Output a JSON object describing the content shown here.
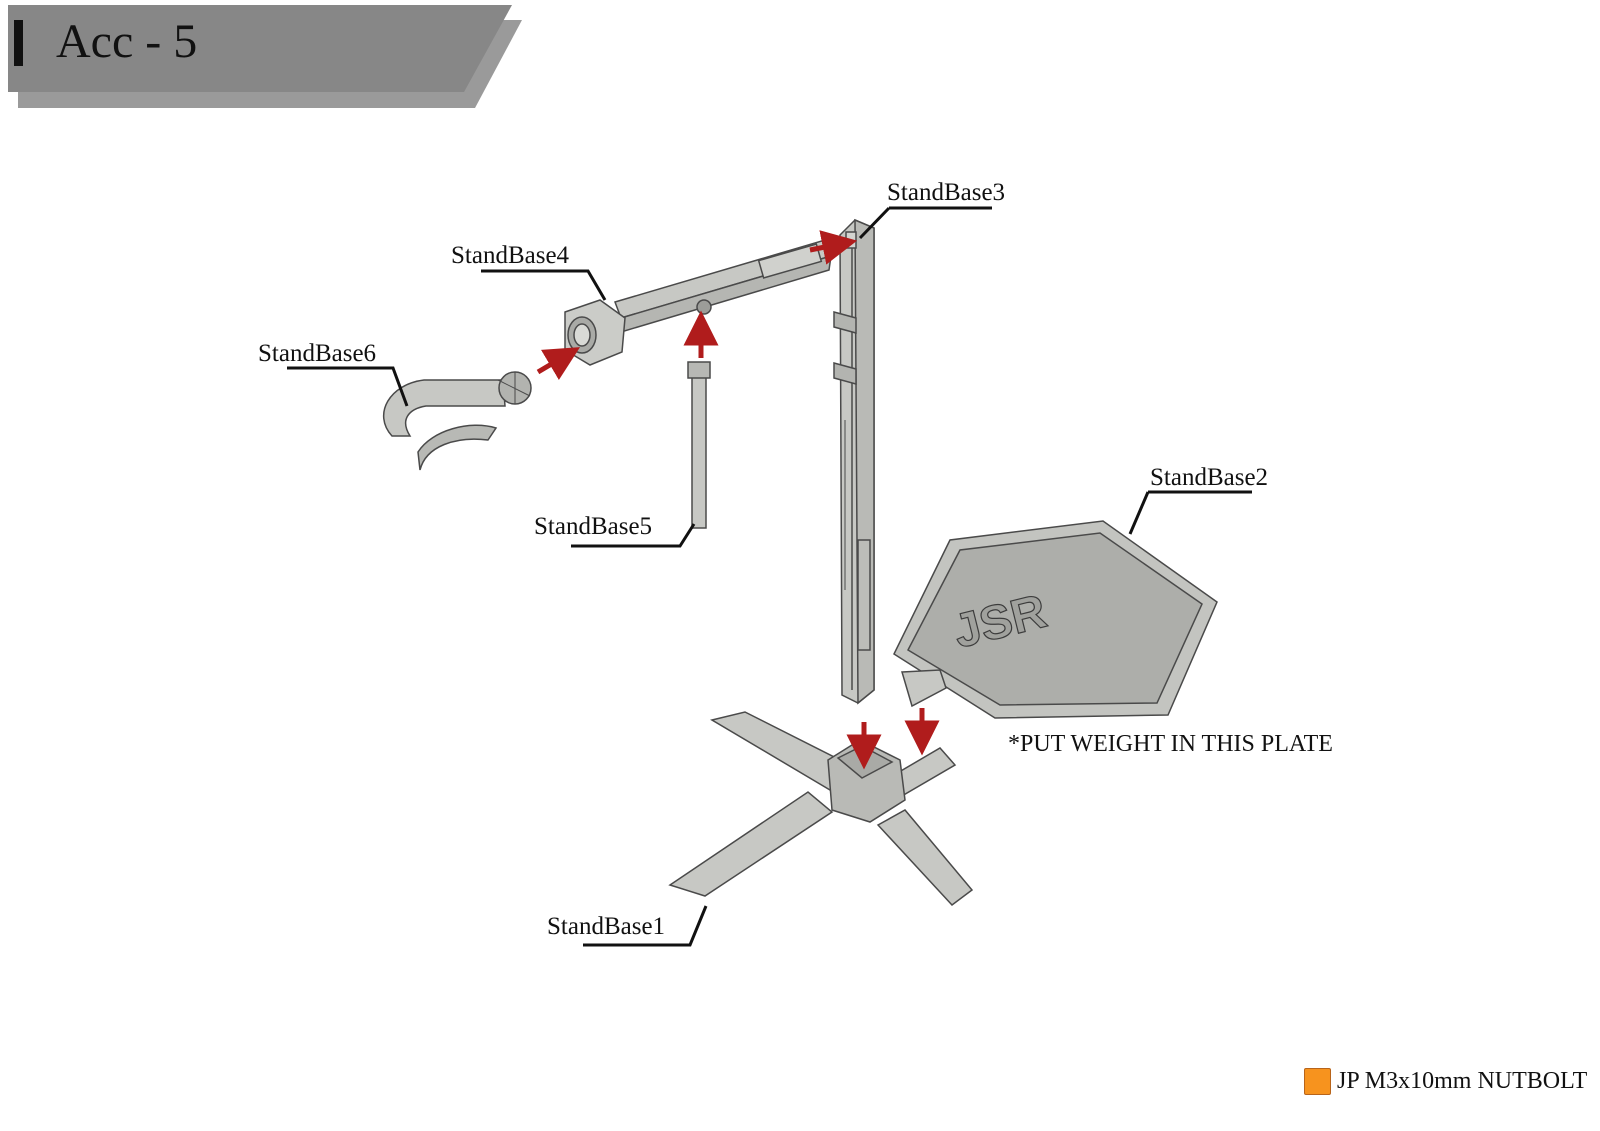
{
  "header": {
    "title": "Acc - 5"
  },
  "parts": {
    "standbase1": "StandBase1",
    "standbase2": "StandBase2",
    "standbase3": "StandBase3",
    "standbase4": "StandBase4",
    "standbase5": "StandBase5",
    "standbase6": "StandBase6"
  },
  "plate_note": "*PUT WEIGHT IN THIS PLATE",
  "legend": {
    "label": "JP M3x10mm NUTBOLT",
    "swatch_color": "#f7931e"
  },
  "colors": {
    "part_fill": "#c7c8c4",
    "part_stroke": "#4a4a4a",
    "arrow": "#b01c1c",
    "header_fill": "#878787"
  }
}
